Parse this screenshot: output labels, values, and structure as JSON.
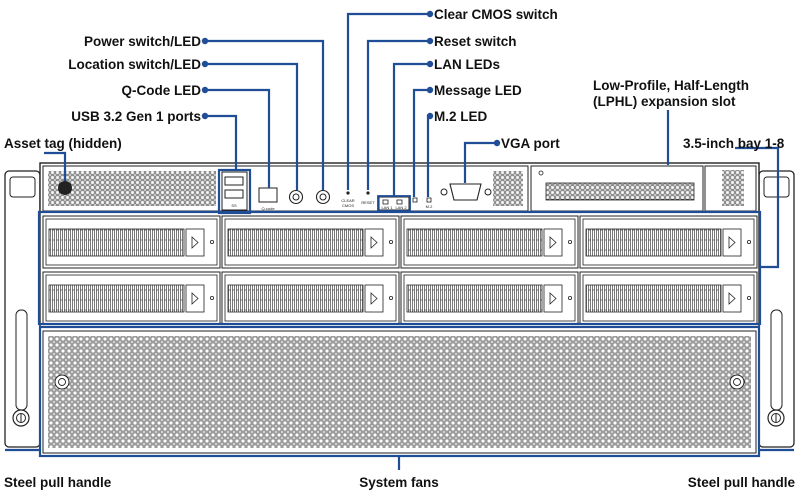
{
  "labels": {
    "clear_cmos": "Clear CMOS switch",
    "power": "Power switch/LED",
    "reset": "Reset switch",
    "location": "Location switch/LED",
    "lan_leds": "LAN LEDs",
    "lphl_line1": "Low-Profile, Half-Length",
    "lphl_line2": "(LPHL) expansion slot",
    "qcode_led": "Q-Code LED",
    "message_led": "Message LED",
    "usb": "USB 3.2 Gen 1 ports",
    "m2_led": "M.2 LED",
    "asset_tag": "Asset tag (hidden)",
    "vga": "VGA port",
    "bays": "3.5-inch bay 1-8",
    "handle_left": "Steel pull handle",
    "fans": "System fans",
    "handle_right": "Steel pull handle"
  },
  "panel_text": {
    "qcode": "Q-code",
    "clear_cmos_line1": "CLEAR",
    "clear_cmos_line2": "CMOS",
    "reset": "RESET",
    "lan1": "LAN 1",
    "lan2": "LAN 2",
    "m2": "M.2",
    "usb": "SS"
  },
  "colors": {
    "callout": "#1f4e96",
    "text": "#111111",
    "outline": "#222222"
  },
  "drive_bays": 8
}
